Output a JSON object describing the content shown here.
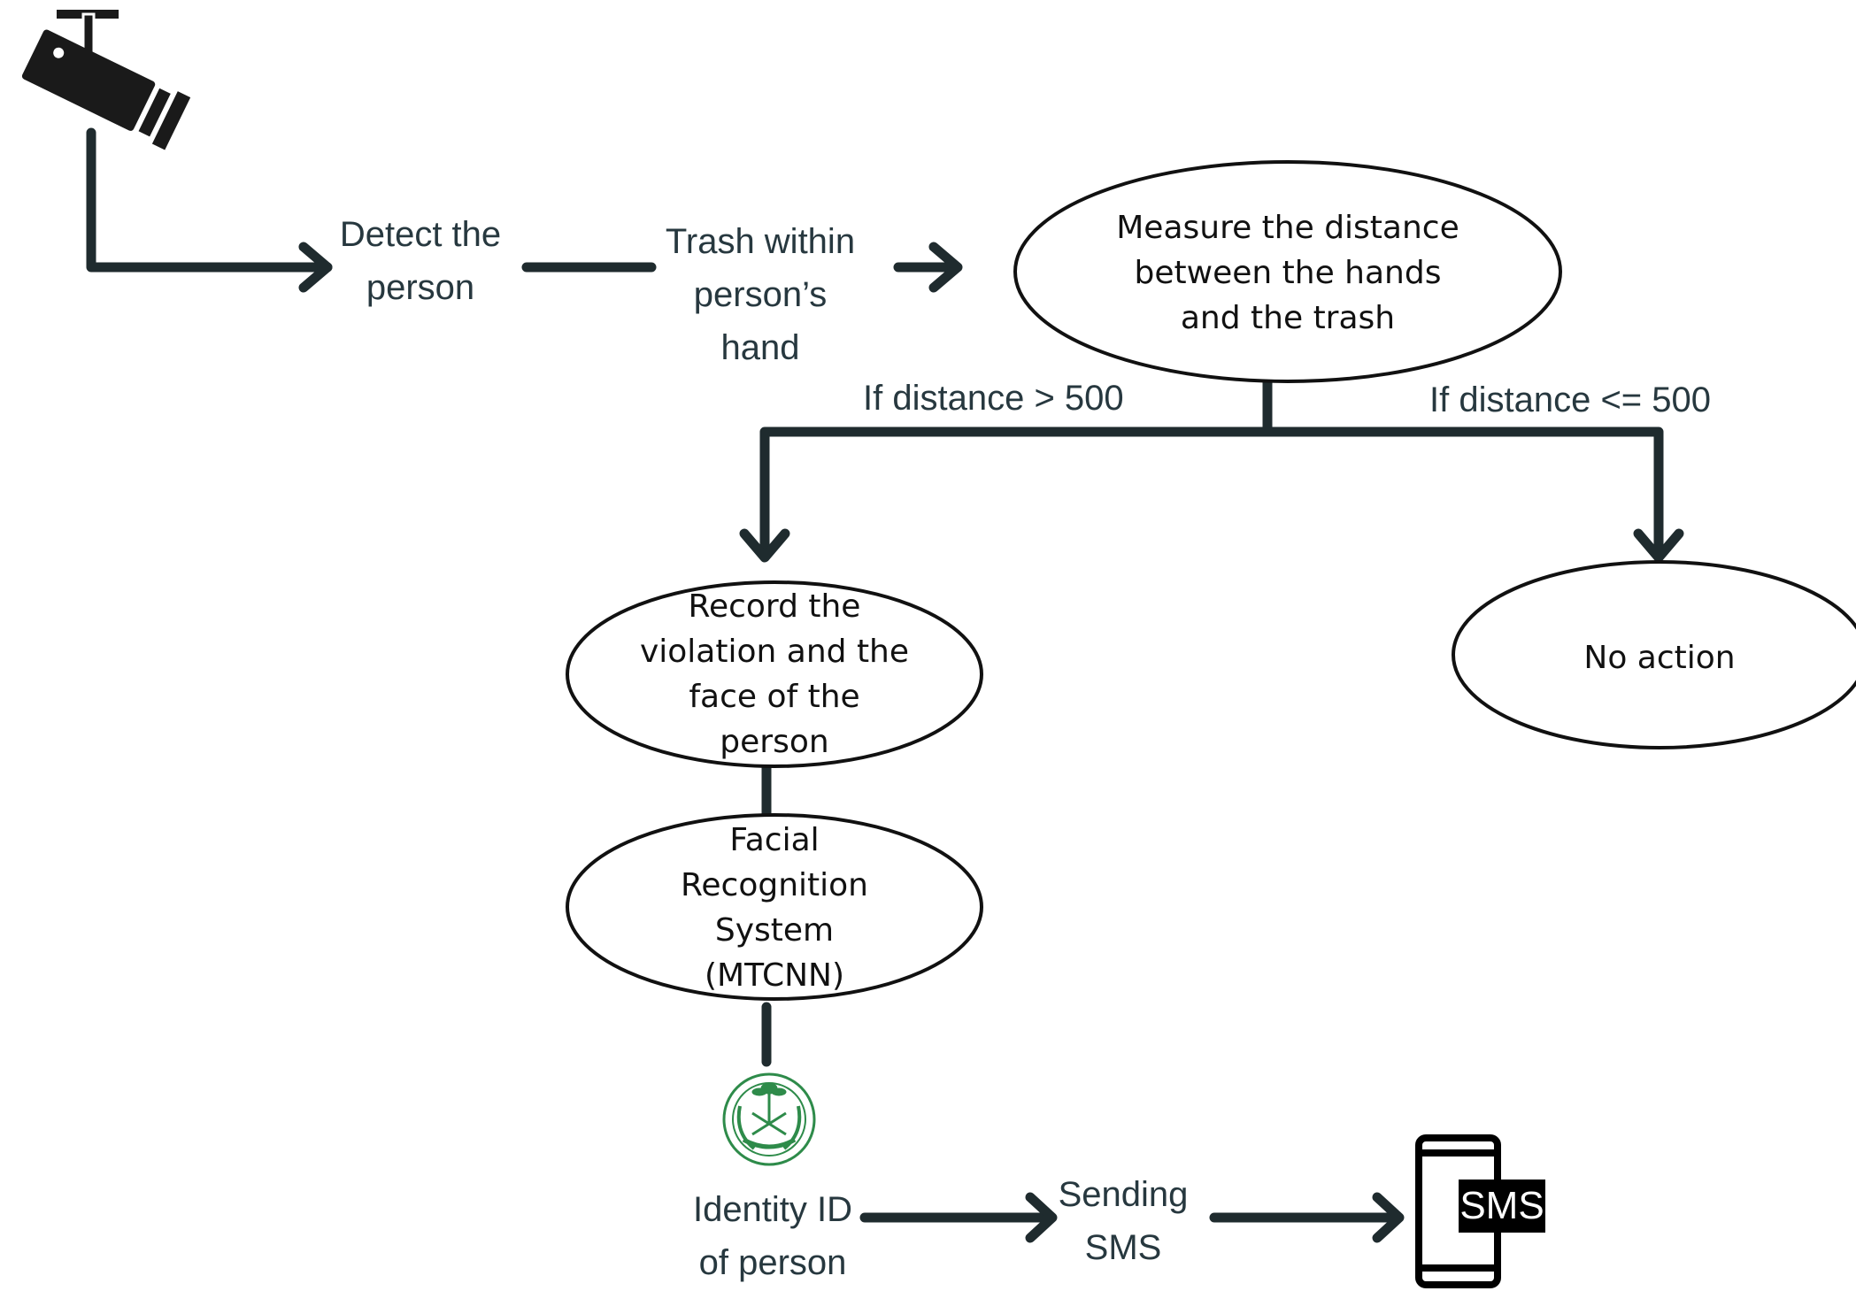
{
  "diagram": {
    "steps": {
      "detect_person": "Detect the\nperson",
      "trash_in_hand": "Trash within\nperson’s\nhand",
      "identity_id": "Identity ID\nof person",
      "sending_sms": "Sending\nSMS"
    },
    "nodes": {
      "measure_distance": "Measure the distance\nbetween the hands\nand the trash",
      "record_violation": "Record the\nviolation and the\nface of the\nperson",
      "facial_recognition": "Facial\nRecognition\nSystem\n(MTCNN)",
      "no_action": "No action"
    },
    "conditions": {
      "far": "If distance > 500",
      "near": "If distance <= 500"
    },
    "phone_badge": "SMS",
    "icons": {
      "camera": "security-camera-icon",
      "emblem": "ministry-emblem-icon",
      "phone": "mobile-phone-icon"
    },
    "colors": {
      "line": "#1f2b2e",
      "text": "#27383f",
      "emblem": "#2e8b4a"
    }
  }
}
